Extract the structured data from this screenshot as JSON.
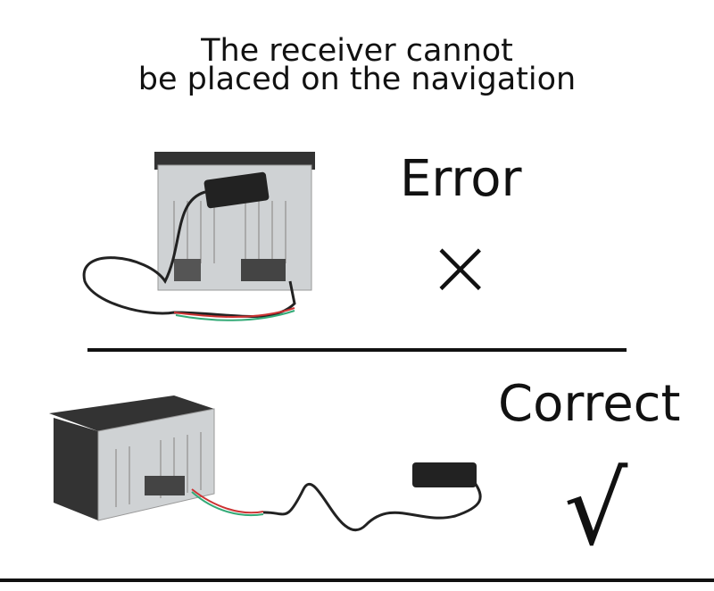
{
  "title": {
    "line1": "The receiver cannot",
    "line2": "be placed on the navigation"
  },
  "error_section": {
    "label": "Error",
    "symbol": "×"
  },
  "correct_section": {
    "label": "Correct",
    "symbol": "√"
  }
}
